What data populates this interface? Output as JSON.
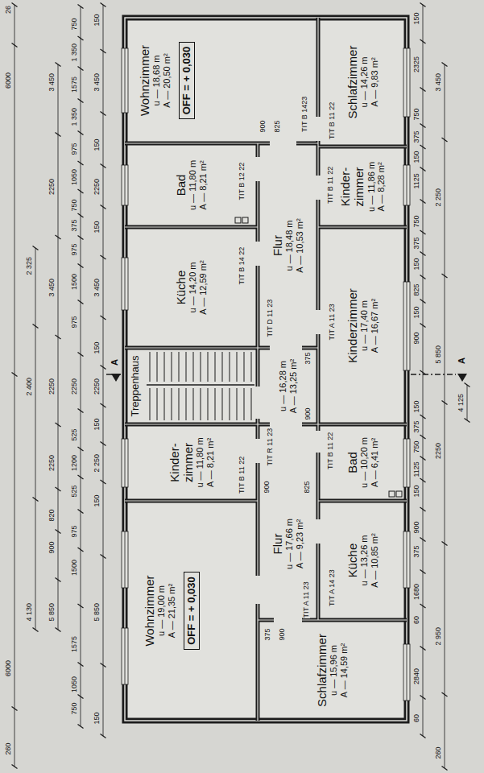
{
  "diagram": {
    "nodes": [
      {
        "text": [
          "Wohnzimmer",
          "u — 18,68 m",
          "A — 20,50 m²"
        ]
      },
      {
        "text": [
          "OFF = + 0,030"
        ],
        "in": 0
      },
      {
        "text": [
          "Bad",
          "u — 11,80 m",
          "A — 8,21 m²"
        ]
      },
      {
        "text": [
          "Küche",
          "u — 14,20 m",
          "A — 12,59 m²"
        ]
      },
      {
        "text": [
          "Schlafzimmer",
          "u — 14,26 m",
          "A — 9,83 m²"
        ]
      },
      {
        "text": [
          "Kinder- zimmer",
          "u — 11,86 m",
          "A — 8,28 m²"
        ]
      },
      {
        "text": [
          "Flur",
          "u — 18,48 m",
          "A — 10,53 m²"
        ]
      },
      {
        "text": [
          "Kinderzimmer",
          "u — 17,40 m",
          "A — 16,67 m²"
        ]
      },
      {
        "text": [
          "Treppenhaus"
        ]
      },
      {
        "text": [
          "u — 16,28 m",
          "A — 13,25 m²"
        ]
      },
      {
        "text": [
          "Kinder- zimmer",
          "u — 11,80 m",
          "A — 8,21 m²"
        ]
      },
      {
        "text": [
          "Flur",
          "u — 17,66 m",
          "A — 9,23 m²"
        ]
      },
      {
        "text": [
          "Bad",
          "u — 10,20 m",
          "A — 6,41 m²"
        ]
      },
      {
        "text": [
          "Wohnzimmer",
          "u — 19,00 m",
          "A — 21,35 m²"
        ]
      },
      {
        "text": [
          "OFF = + 0,030"
        ],
        "in": 13
      },
      {
        "text": [
          "Küche",
          "u — 13,26 m",
          "A — 10,85 m²"
        ]
      },
      {
        "text": [
          "Schlafzimmer",
          "u — 15,96 m",
          "A — 14,59 m²"
        ]
      }
    ],
    "labels": [
      "TIT B 1423",
      "TIT B 11 22",
      "TIT B 12 22",
      "TIT B 11 22",
      "TIT B 14 22",
      "TIT D 11 23",
      "TIT A 11 23",
      "TIT R 11 23",
      "TIT B 11 22",
      "TIT B 11 22",
      "TIT A 14 23",
      "TIT A 11 23",
      "900",
      "825",
      "900",
      "375",
      "900",
      "825",
      "900",
      "375",
      "A",
      "A",
      "150",
      "3 450",
      "150",
      "2250",
      "150",
      "3 450",
      "150",
      "2250",
      "150",
      "2 250",
      "150",
      "5 850",
      "150",
      "750",
      "1 350",
      "1575",
      "1 350",
      "975",
      "1050",
      "750",
      "375",
      "975",
      "1500",
      "975",
      "2250",
      "525",
      "1200",
      "525",
      "975",
      "1500",
      "1575",
      "1050",
      "750",
      "3 450",
      "2250",
      "3 450",
      "2250",
      "2250",
      "820",
      "900",
      "5 850",
      "2 325",
      "2 400",
      "4 130",
      "26",
      "6000",
      "6000",
      "260",
      "150",
      "2325",
      "750",
      "375",
      "150",
      "1125",
      "750",
      "375",
      "150",
      "825",
      "150",
      "900",
      "150",
      "375",
      "750",
      "1125",
      "150",
      "900",
      "375",
      "1680",
      "60",
      "2840",
      "60",
      "3 450",
      "2 250",
      "5 850",
      "2250",
      "2 950",
      "260",
      "4 125"
    ]
  }
}
